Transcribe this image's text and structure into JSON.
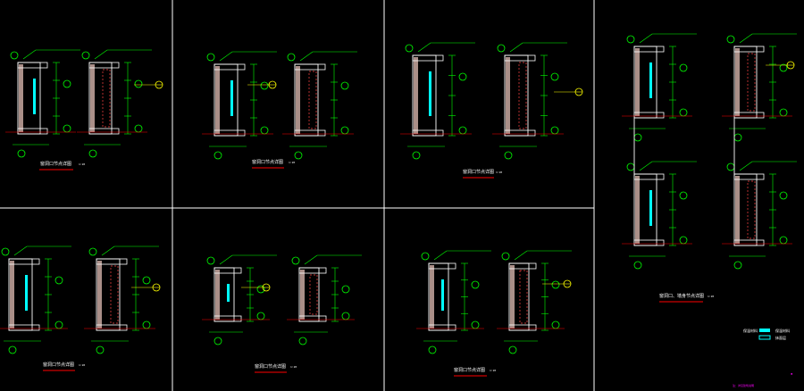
{
  "colors": {
    "background": "#000000",
    "frame": "#ffffff",
    "wall": "#ffffff",
    "hatch": "#c8a8a0",
    "dim": "#00ff00",
    "insulation": "#00ffff",
    "leader": "#00ff00",
    "axis": "#ff0000",
    "note_yellow": "#ffff00",
    "dashed": "#ff4444",
    "title": "#ffffff",
    "title_underline": "#ff0000",
    "legend_magenta": "#ff00ff"
  },
  "panels": [
    {
      "id": "p1",
      "title": "窗洞口节点详图",
      "scale": "1:20"
    },
    {
      "id": "p2",
      "title": "窗洞口节点详图",
      "scale": "1:20"
    },
    {
      "id": "p3",
      "title": "窗洞口节点详图",
      "scale": "1:20"
    },
    {
      "id": "p4",
      "title": "窗洞口节点详图",
      "scale": "1:20"
    },
    {
      "id": "p5",
      "title": "窗洞口节点详图",
      "scale": "1:20"
    },
    {
      "id": "p6",
      "title": "窗洞口节点详图",
      "scale": "1:20"
    },
    {
      "id": "p7",
      "title": "窗洞口、墙身节点详图",
      "scale": "1:20"
    }
  ],
  "legend": {
    "items": [
      {
        "label": "保温材料",
        "color": "#00ffff"
      },
      {
        "label": "抹面层",
        "color": "#00ffff"
      }
    ],
    "note": "注：详见建筑说明"
  }
}
